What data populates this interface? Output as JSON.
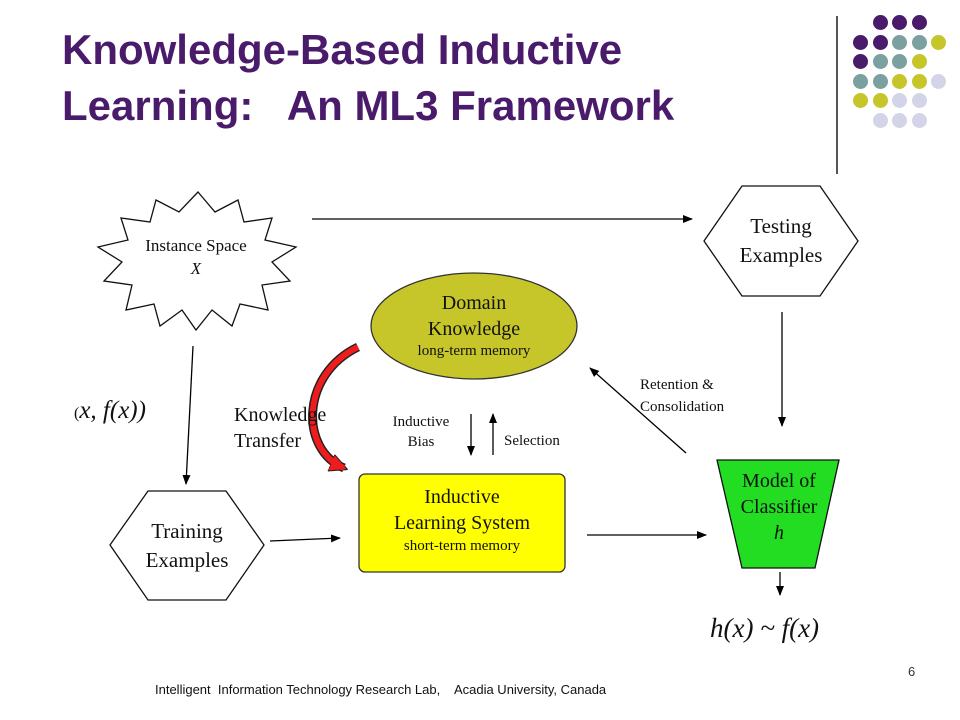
{
  "slide": {
    "title_line1": "Knowledge-Based Inductive",
    "title_line2": "Learning:   An ML3 Framework",
    "footer": "Intelligent  Information Technology Research Lab,    Acadia University, Canada",
    "page_number": "6"
  },
  "colors": {
    "title": "#4b1b6b",
    "purple": "#4b1b6b",
    "teal": "#7aa0a0",
    "olive": "#c6c62a",
    "lavender": "#d4d4e8",
    "domain_knowledge_fill": "#c6c62a",
    "learning_system_fill": "#ffff00",
    "classifier_fill": "#22dd22",
    "transfer_arrow": "#ee1c1c"
  },
  "diagram": {
    "instance_space": {
      "line1": "Instance Space",
      "line2": "X"
    },
    "testing": {
      "line1": "Testing",
      "line2": "Examples"
    },
    "domain": {
      "line1": "Domain",
      "line2": "Knowledge",
      "line3": "long-term memory"
    },
    "pair_label": {
      "open": "(",
      "mid": "x, f(x))"
    },
    "knowledge_transfer": {
      "line1": "Knowledge",
      "line2": "Transfer"
    },
    "inductive_bias": {
      "line1": "Inductive",
      "line2": "Bias"
    },
    "selection": "Selection",
    "retention": {
      "line1": "Retention &",
      "line2": "Consolidation"
    },
    "learning_system": {
      "line1": "Inductive",
      "line2": "Learning System",
      "line3": "short-term memory"
    },
    "classifier": {
      "line1": "Model of",
      "line2": "Classifier",
      "line3": "h"
    },
    "training": {
      "line1": "Training",
      "line2": "Examples"
    },
    "hypothesis": "h(x) ~ f(x)"
  }
}
